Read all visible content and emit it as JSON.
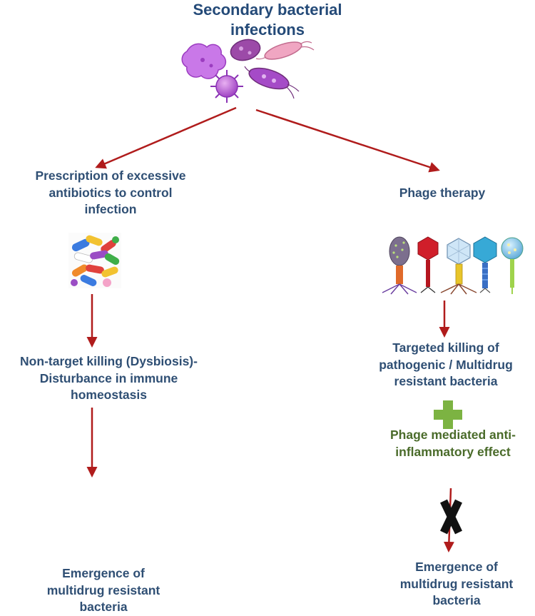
{
  "title_lines": [
    "Secondary bacterial",
    "infections"
  ],
  "left": {
    "step1_lines": [
      "Prescription of excessive",
      "antibiotics to control",
      "infection"
    ],
    "step2_lines": [
      "Non-target killing (Dysbiosis)-",
      "Disturbance in immune",
      "homeostasis"
    ],
    "step3_lines": [
      "Emergence of",
      "multidrug resistant",
      "bacteria"
    ]
  },
  "right": {
    "step1": "Phage therapy",
    "step2_lines": [
      "Targeted killing of",
      "pathogenic / Multidrug",
      "resistant bacteria"
    ],
    "step3_lines": [
      "Phage mediated anti-",
      "inflammatory effect"
    ],
    "step4_lines": [
      "Emergence of",
      "multidrug resistant",
      "bacteria"
    ]
  },
  "colors": {
    "arrow": "#b01c1c",
    "text": "#2f4f74",
    "green_text": "#4a6b2a",
    "plus": "#7cb342",
    "cross": "#111111"
  },
  "icons": [
    "bacteria-cluster-icon",
    "pills-icon",
    "bacteriophages-icon",
    "plus-icon",
    "block-cross-icon"
  ]
}
